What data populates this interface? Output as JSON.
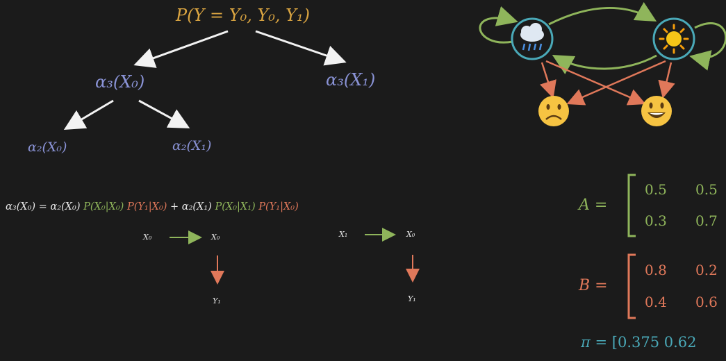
{
  "tree": {
    "root": "P(Y = Y₀, Y₀, Y₁)",
    "l1_left": "α₃(X₀)",
    "l1_right": "α₃(X₁)",
    "l2_left": "α₂(X₀)",
    "l2_right": "α₂(X₁)"
  },
  "equation": {
    "lhs": "α₃(X₀) = α₂(X₀)",
    "t1_trans": "P(X₀|X₀)",
    "t1_emit": "P(Y₁|X₀)",
    "plus": "+ α₂(X₁)",
    "t2_trans": "P(X₀|X₁)",
    "t2_emit": "P(Y₁|X₀)"
  },
  "path1": {
    "from": "X₀",
    "to": "X₀",
    "obs": "Y₁"
  },
  "path2": {
    "from": "X₁",
    "to": "X₀",
    "obs": "Y₁"
  },
  "matrices": {
    "A_label": "A =",
    "A": [
      [
        "0.5",
        "0.5"
      ],
      [
        "0.3",
        "0.7"
      ]
    ],
    "B_label": "B =",
    "B": [
      [
        "0.8",
        "0.2"
      ],
      [
        "0.4",
        "0.6"
      ]
    ],
    "pi_label": "π =",
    "pi": "[0.375  0.62"
  },
  "graph": {
    "states": [
      "rainy-icon",
      "sunny-icon"
    ],
    "observations": [
      "sad-face-icon",
      "happy-face-icon"
    ],
    "colors": {
      "transition": "#8fb55b",
      "emission": "#e0785a",
      "state_ring": "#4aa9b8"
    }
  }
}
